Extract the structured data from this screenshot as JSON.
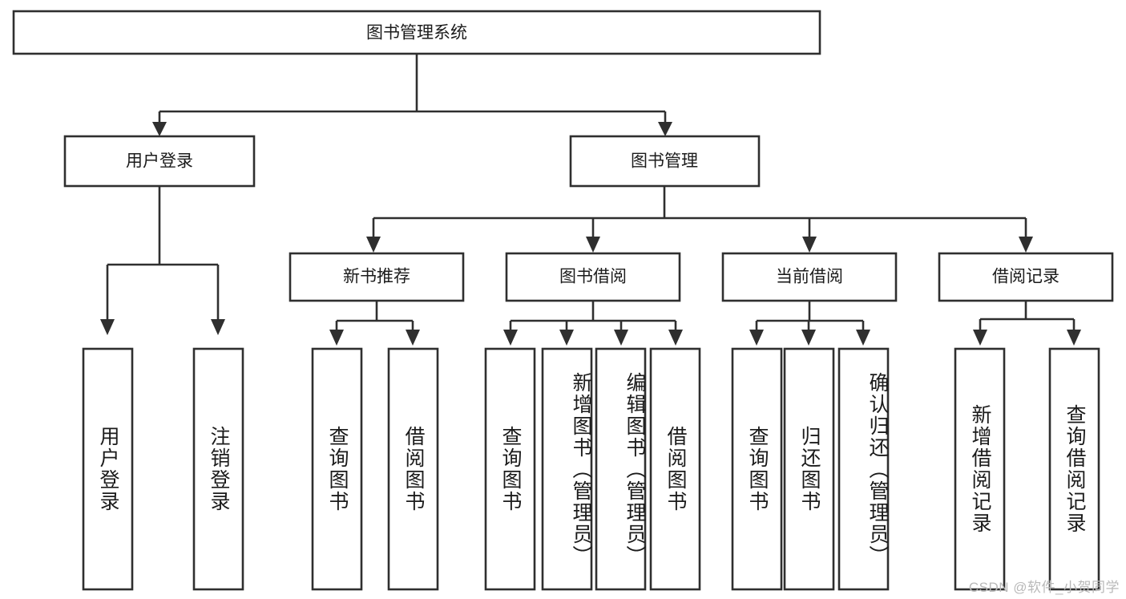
{
  "diagram": {
    "title": "图书管理系统",
    "type": "hierarchy-tree",
    "watermark": "CSDN @软件_小贺同学",
    "colors": {
      "box_stroke": "#2f2f2f",
      "box_fill": "#ffffff",
      "text": "#1b1b1b",
      "watermark": "#b9b9b9",
      "background": "#ffffff"
    },
    "levels": {
      "root": {
        "label": "图书管理系统"
      },
      "level2": [
        {
          "label": "用户登录"
        },
        {
          "label": "图书管理"
        }
      ],
      "level3": [
        {
          "label": "新书推荐"
        },
        {
          "label": "图书借阅"
        },
        {
          "label": "当前借阅"
        },
        {
          "label": "借阅记录"
        }
      ],
      "leaves": {
        "user_login": [
          {
            "label": "用户登录"
          },
          {
            "label": "注销登录"
          }
        ],
        "new_book_recommend": [
          {
            "label": "查询图书"
          },
          {
            "label": "借阅图书"
          }
        ],
        "book_borrow": [
          {
            "label": "查询图书"
          },
          {
            "label": "新增图书（管理员）"
          },
          {
            "label": "编辑图书（管理员）"
          },
          {
            "label": "借阅图书"
          }
        ],
        "current_borrow": [
          {
            "label": "查询图书"
          },
          {
            "label": "归还图书"
          },
          {
            "label": "确认归还（管理员）"
          }
        ],
        "borrow_record": [
          {
            "label": "新增借阅记录"
          },
          {
            "label": "查询借阅记录"
          }
        ]
      }
    }
  }
}
